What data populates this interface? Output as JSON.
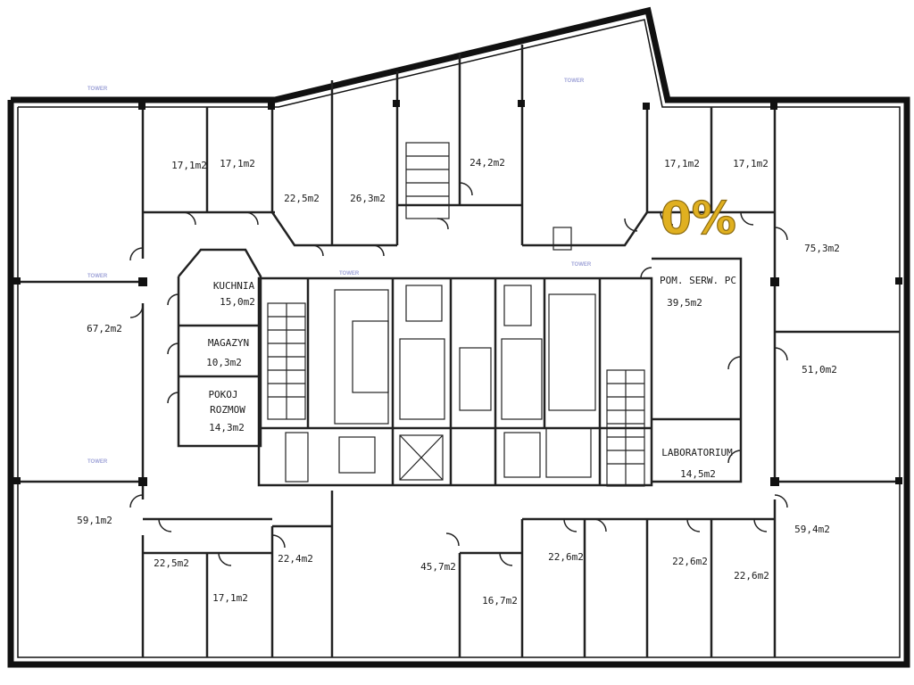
{
  "rooms": {
    "r01": "17,1m2",
    "r02": "17,1m2",
    "r03": "22,5m2",
    "r04": "26,3m2",
    "r05": "24,2m2",
    "r06": "17,1m2",
    "r07": "17,1m2",
    "r08": "75,3m2",
    "r09": "67,2m2",
    "r10": "51,0m2",
    "r11": "59,1m2",
    "r12": "22,5m2",
    "r13": "17,1m2",
    "r14": "22,4m2",
    "r15": "45,7m2",
    "r16": "16,7m2",
    "r17": "22,6m2",
    "r18": "22,6m2",
    "r19": "22,6m2",
    "r20": "59,4m2"
  },
  "named_rooms": {
    "kitchen": {
      "name": "KUCHNIA",
      "area": "15,0m2"
    },
    "storage": {
      "name": "MAGAZYN",
      "area": "10,3m2"
    },
    "meeting": {
      "name1": "POKOJ",
      "name2": "ROZMOW",
      "area": "14,3m2"
    },
    "server": {
      "name": "POM. SERW. PC",
      "area": "39,5m2"
    },
    "lab": {
      "name": "LABORATORIUM",
      "area": "14,5m2"
    }
  },
  "badge": {
    "text": "0%"
  },
  "watermark": {
    "text": "TOWER"
  },
  "colors": {
    "wall": "#111111",
    "line": "#222222",
    "badge": "#e0b020",
    "watermark": "#a0a4d8"
  }
}
